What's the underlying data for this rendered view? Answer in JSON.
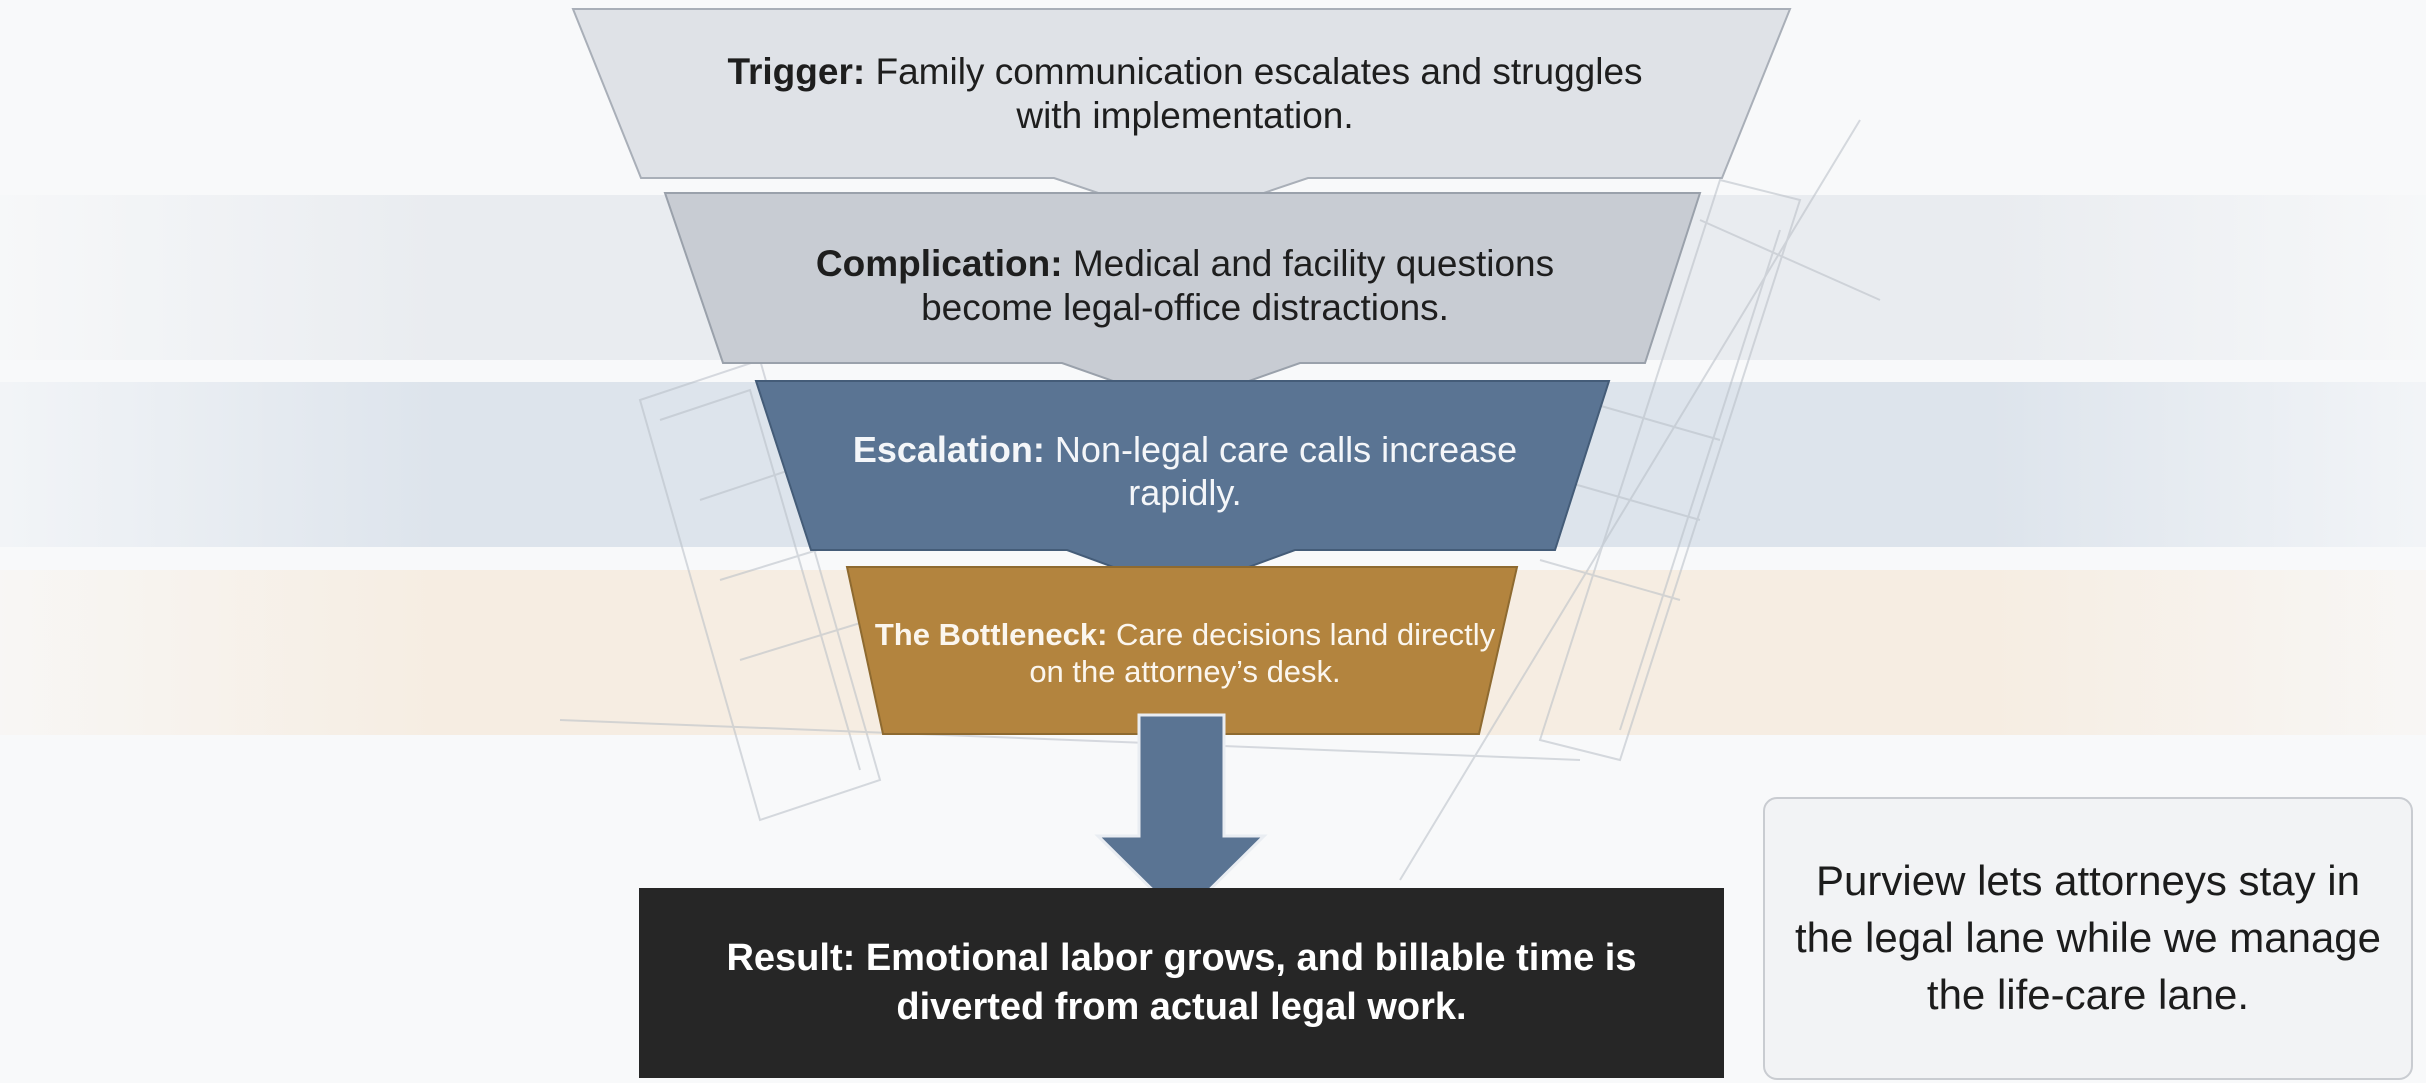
{
  "stages": [
    {
      "label": "Trigger:",
      "text": "Family communication escalates and struggles with implementation.",
      "fill": "#dfe2e7"
    },
    {
      "label": "Complication:",
      "text": "Medical and facility questions become legal-office distractions.",
      "fill": "#c8ccd3"
    },
    {
      "label": "Escalation:",
      "text": "Non-legal care calls increase rapidly.",
      "fill": "#5a7493"
    },
    {
      "label": "The Bottleneck:",
      "text": "Care decisions land directly on the attorney’s desk.",
      "fill": "#b3843e"
    }
  ],
  "arrow_color": "#5a7493",
  "result": {
    "text": "Result: Emotional labor grows, and billable time is diverted from actual legal work.",
    "fill": "#262626"
  },
  "callout": {
    "text": "Purview lets attorneys stay in the legal lane while we manage the life-care lane."
  }
}
